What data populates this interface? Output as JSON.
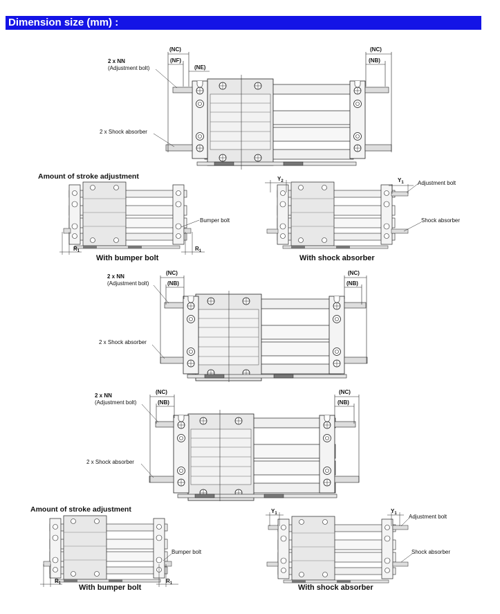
{
  "header": {
    "title": "Dimension size (mm) :"
  },
  "views": {
    "v1": {
      "nn": "2 x NN",
      "nn_sub": "(Adjustment bolt)",
      "shock": "2 x Shock absorber",
      "dim_nc_left": "(NC)",
      "dim_nf": "(NF)",
      "dim_ne": "(NE)",
      "dim_nc_right": "(NC)",
      "dim_nb_right": "(NB)"
    },
    "v3": {
      "nn": "2 x NN",
      "nn_sub": "(Adjustment bolt)",
      "shock": "2 x Shock absorber",
      "dim_nc_left": "(NC)",
      "dim_nb_left": "(NB)",
      "dim_nc_right": "(NC)",
      "dim_nb_right": "(NB)"
    },
    "v4": {
      "nn": "2 x NN",
      "nn_sub": "(Adjustment bolt)",
      "shock": "2 x Shock absorber",
      "dim_nc_left": "(NC)",
      "dim_nb_left": "(NB)",
      "dim_nc_right": "(NC)",
      "dim_nb_right": "(NB)"
    }
  },
  "stroke_sections": [
    {
      "heading": "Amount of stroke adjustment",
      "bumper_caption": "With bumper bolt",
      "bumper_label": "Bumper bolt",
      "r_left": "R",
      "r_right": "R",
      "sub": "1",
      "shock_caption": "With shock absorber",
      "adj_label": "Adjustment bolt",
      "shock_label": "Shock absorber",
      "y_left": "Y",
      "y_left_sub": "2",
      "y_right": "Y",
      "y_right_sub": "1"
    },
    {
      "heading": "Amount of stroke adjustment",
      "bumper_caption": "With bumper bolt",
      "bumper_label": "Bumper bolt",
      "r_left": "R",
      "r_right": "R",
      "sub": "1",
      "shock_caption": "With shock absorber",
      "adj_label": "Adjustment bolt",
      "shock_label": "Shock absorber",
      "y_left": "Y",
      "y_left_sub": "1",
      "y_right": "Y",
      "y_right_sub": "1"
    }
  ]
}
